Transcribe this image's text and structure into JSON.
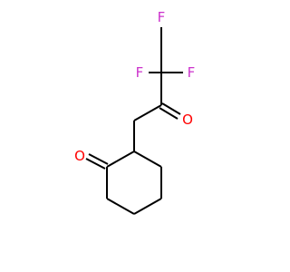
{
  "molecule": {
    "atoms": {
      "fluorine_top": {
        "symbol": "F"
      },
      "fluorine_left": {
        "symbol": "F"
      },
      "fluorine_right": {
        "symbol": "F"
      },
      "ketone_oxygen_chain": {
        "symbol": "O"
      },
      "ketone_oxygen_ring": {
        "symbol": "O"
      }
    }
  },
  "colors": {
    "bond": "#000000",
    "fluorine": "#cc33cc",
    "oxygen": "#ff0000"
  }
}
